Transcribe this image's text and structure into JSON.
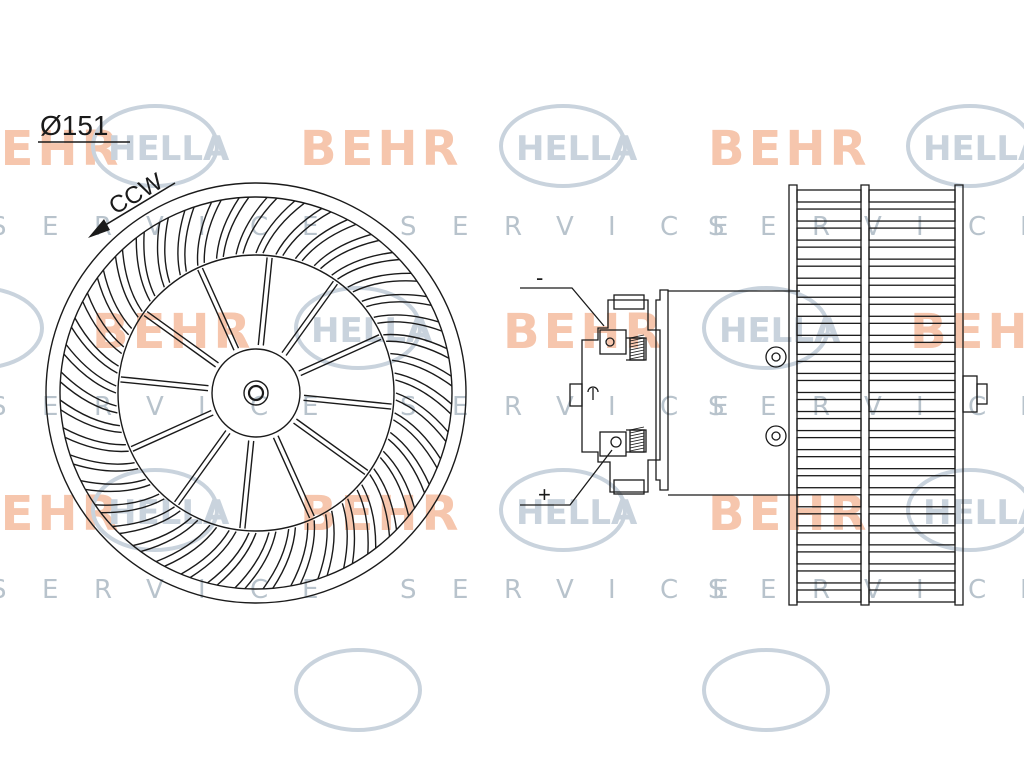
{
  "watermark": {
    "behr_text": "BEHR",
    "hella_text": "HELLA",
    "service_letters": [
      "S",
      "E",
      "R",
      "V",
      "I",
      "C",
      "E"
    ],
    "behr_color": "#f6c6ad",
    "hella_color": "#c9d3dd",
    "service_color": "#b8c3cc"
  },
  "labels": {
    "diameter": "Ø151",
    "rotation": "CCW",
    "terminal_negative": "-",
    "terminal_positive": "+"
  },
  "colors": {
    "line": "#1a1a1a",
    "background": "#ffffff"
  }
}
